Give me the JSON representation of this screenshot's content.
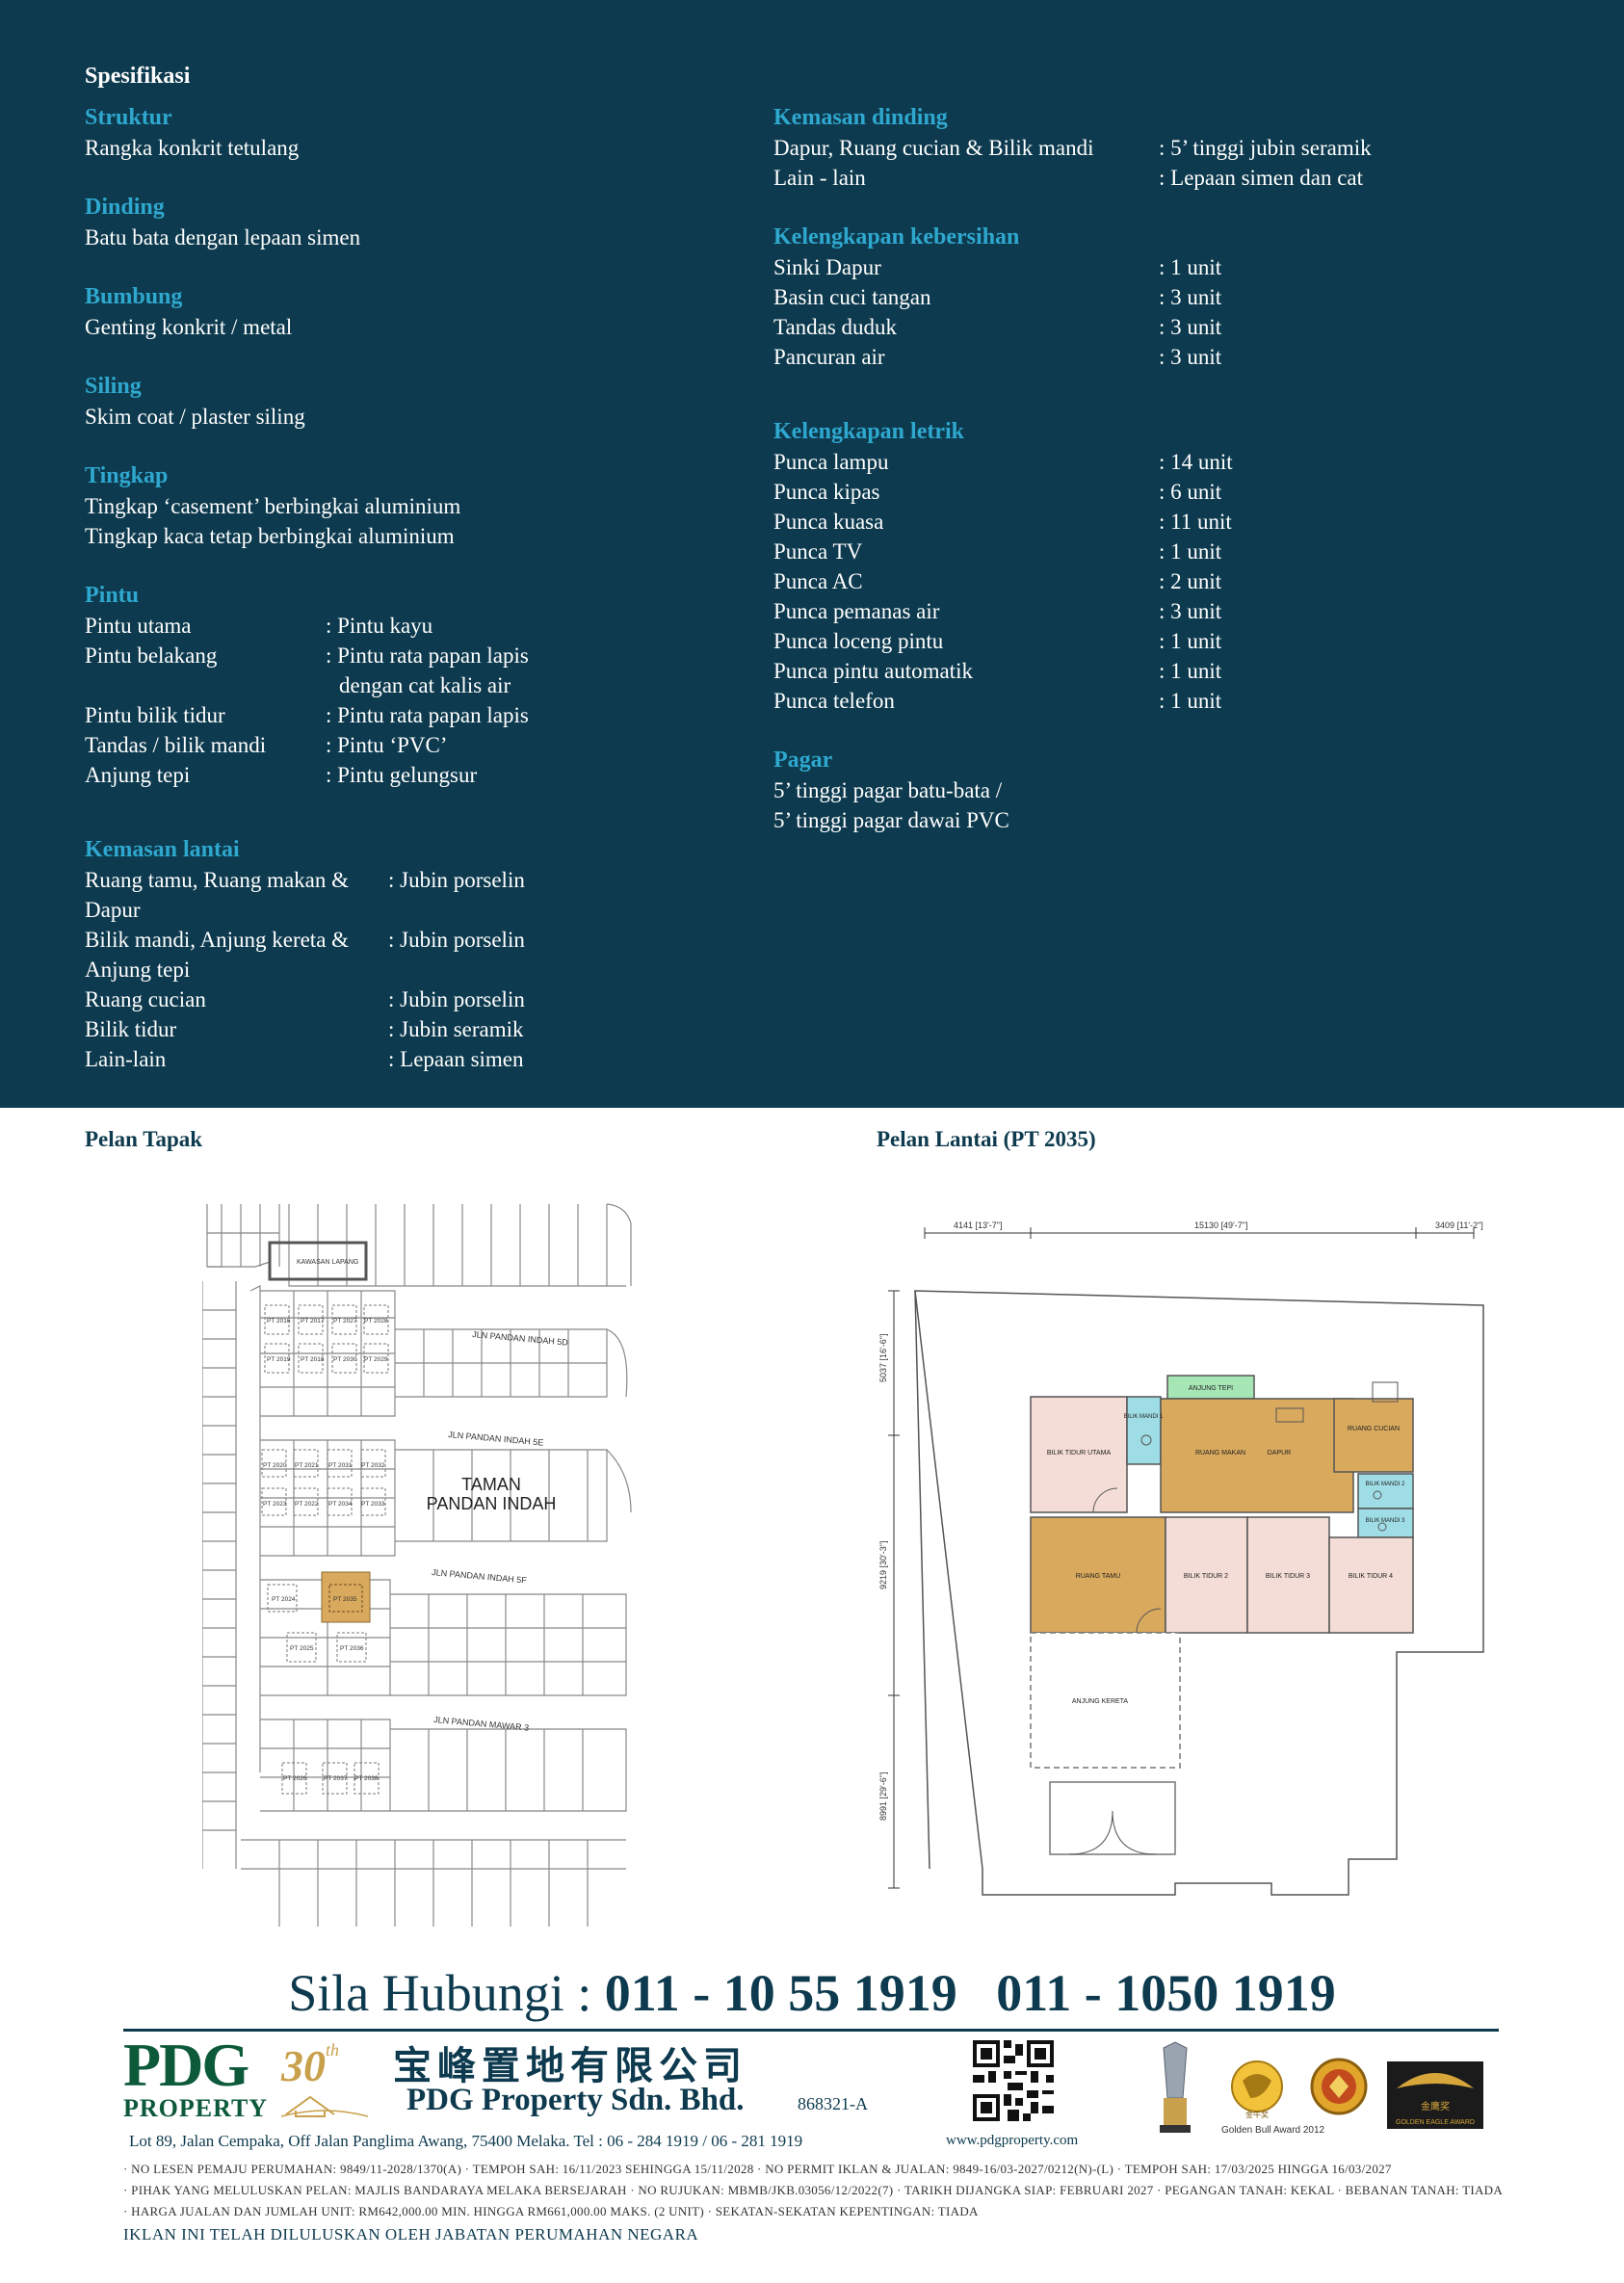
{
  "spec": {
    "title": "Spesifikasi",
    "left": {
      "struktur": {
        "head": "Struktur",
        "lines": [
          "Rangka konkrit tetulang"
        ]
      },
      "dinding": {
        "head": "Dinding",
        "lines": [
          "Batu bata dengan lepaan simen"
        ]
      },
      "bumbung": {
        "head": "Bumbung",
        "lines": [
          "Genting konkrit / metal"
        ]
      },
      "siling": {
        "head": "Siling",
        "lines": [
          "Skim coat / plaster siling"
        ]
      },
      "tingkap": {
        "head": "Tingkap",
        "lines": [
          "Tingkap ‘casement’ berbingkai aluminium",
          "Tingkap kaca tetap berbingkai aluminium"
        ]
      },
      "pintu": {
        "head": "Pintu",
        "rows": [
          {
            "k": "Pintu utama",
            "v": ": Pintu kayu"
          },
          {
            "k": "Pintu belakang",
            "v": ": Pintu rata papan lapis",
            "v2": "dengan cat kalis air"
          },
          {
            "k": "Pintu bilik tidur",
            "v": ": Pintu rata papan lapis"
          },
          {
            "k": "Tandas / bilik mandi",
            "v": ": Pintu ‘PVC’"
          },
          {
            "k": "Anjung tepi",
            "v": ": Pintu gelungsur"
          }
        ]
      },
      "lantai": {
        "head": "Kemasan lantai",
        "rows": [
          {
            "k": "Ruang tamu, Ruang makan & Dapur",
            "v": ": Jubin porselin"
          },
          {
            "k": "Bilik mandi, Anjung kereta & Anjung tepi",
            "v": ": Jubin porselin"
          },
          {
            "k": "Ruang cucian",
            "v": ": Jubin porselin"
          },
          {
            "k": "Bilik tidur",
            "v": ": Jubin seramik"
          },
          {
            "k": "Lain-lain",
            "v": ": Lepaan simen"
          }
        ]
      }
    },
    "right": {
      "dinding": {
        "head": "Kemasan dinding",
        "rows": [
          {
            "k": "Dapur, Ruang cucian & Bilik mandi",
            "v": ": 5’ tinggi jubin seramik"
          },
          {
            "k": "Lain - lain",
            "v": ": Lepaan simen dan cat"
          }
        ]
      },
      "kebersihan": {
        "head": "Kelengkapan kebersihan",
        "rows": [
          {
            "k": "Sinki Dapur",
            "v": ": 1 unit"
          },
          {
            "k": "Basin cuci tangan",
            "v": ": 3 unit"
          },
          {
            "k": "Tandas duduk",
            "v": ": 3 unit"
          },
          {
            "k": "Pancuran air",
            "v": ": 3 unit"
          }
        ]
      },
      "letrik": {
        "head": "Kelengkapan letrik",
        "rows": [
          {
            "k": "Punca lampu",
            "v": ": 14 unit"
          },
          {
            "k": "Punca kipas",
            "v": ": 6 unit"
          },
          {
            "k": "Punca kuasa",
            "v": ": 11 unit"
          },
          {
            "k": "Punca TV",
            "v": ": 1 unit"
          },
          {
            "k": "Punca AC",
            "v": ": 2 unit"
          },
          {
            "k": "Punca pemanas air",
            "v": ": 3 unit"
          },
          {
            "k": "Punca loceng pintu",
            "v": ": 1 unit"
          },
          {
            "k": "Punca pintu automatik",
            "v": ": 1 unit"
          },
          {
            "k": "Punca telefon",
            "v": ": 1 unit"
          }
        ]
      },
      "pagar": {
        "head": "Pagar",
        "lines": [
          "5’ tinggi pagar batu-bata /",
          "5’ tinggi pagar dawai PVC"
        ]
      }
    }
  },
  "site_plan": {
    "title": "Pelan Tapak",
    "labels": {
      "kawasan": "KAWASAN LAPANG",
      "road_5d": "JLN PANDAN INDAH 5D",
      "road_5e": "JLN PANDAN INDAH 5E",
      "road_5f": "JLN PANDAN INDAH 5F",
      "road_m3": "JLN PANDAN MAWAR 3",
      "taman_1": "TAMAN",
      "taman_2": "PANDAN INDAH"
    },
    "lots": [
      "PT 2016",
      "PT 2017",
      "PT 2027",
      "PT 2028",
      "PT 2019",
      "PT 2018",
      "PT 2030",
      "PT 2029",
      "PT 2020",
      "PT 2021",
      "PT 2031",
      "PT 2032",
      "PT 2023",
      "PT 2022",
      "PT 2034",
      "PT 2033",
      "PT 2024",
      "PT 2035",
      "PT 2025",
      "PT 2036",
      "PT 2026",
      "PT 2037",
      "PT 2038"
    ],
    "highlight_color": "#d9a95e"
  },
  "floor_plan": {
    "title": "Pelan Lantai",
    "title_suffix": "(PT 2035)",
    "dims": {
      "top_left": "4141 [13'-7\"]",
      "top_mid": "15130 [49'-7\"]",
      "top_right": "3409 [11'-2\"]",
      "side_top": "5037 [16'-6\"]",
      "side_mid": "9219 [30'-3\"]",
      "side_bot": "8991 [29'-6\"]"
    },
    "rooms": {
      "anjung_tepi": "ANJUNG TEPI",
      "bilik_mandi_1": "BILIK MANDI 1",
      "bilik_tidur_utama": "BILIK TIDUR UTAMA",
      "ruang_makan": "RUANG MAKAN",
      "dapur": "DAPUR",
      "ruang_cucian": "RUANG CUCIAN",
      "bilik_mandi_2": "BILIK MANDI 2",
      "bilik_mandi_3": "BILIK MANDI 3",
      "ruang_tamu": "RUANG TAMU",
      "bilik_tidur_2": "BILIK TIDUR 2",
      "bilik_tidur_3": "BILIK TIDUR 3",
      "bilik_tidur_4": "BILIK TIDUR 4",
      "anjung_kereta": "ANJUNG KERETA"
    },
    "colors": {
      "pink": "#f4ddd6",
      "tan": "#d9a95e",
      "cyan": "#9fdde6",
      "green": "#a6e6b5"
    }
  },
  "contact": {
    "label": "Sila Hubungi :",
    "phone1": "011 - 10 55 1919",
    "phone2": "011 - 1050 1919"
  },
  "company": {
    "logo_main": "PDG",
    "logo_sub": "PROPERTY",
    "anniv_num": "30",
    "anniv_th": "th",
    "chinese": "宝峰置地有限公司",
    "name": "PDG Property Sdn. Bhd.",
    "reg": "868321-A",
    "address": "Lot 89, Jalan Cempaka, Off Jalan Panglima Awang, 75400 Melaka. Tel : 06 - 284 1919 / 06 - 281 1919",
    "web": "www.pdgproperty.com",
    "award_label": "Golden Bull Award 2012",
    "award_label_2": "GOLDEN EAGLE AWARD",
    "award_text_1": "金牛奖",
    "award_text_2": "金鹰奖"
  },
  "legal": {
    "line1": "· NO LESEN PEMAJU PERUMAHAN: 9849/11-2028/1370(A)  · TEMPOH SAH: 16/11/2023 SEHINGGA 15/11/2028  · NO PERMIT IKLAN & JUALAN: 9849-16/03-2027/0212(N)-(L)  · TEMPOH SAH: 17/03/2025 HINGGA 16/03/2027",
    "line2": "· PIHAK YANG MELULUSKAN PELAN: MAJLIS BANDARAYA MELAKA BERSEJARAH  · NO RUJUKAN: MBMB/JKB.03056/12/2022(7)  · TARIKH DIJANGKA SIAP: FEBRUARI 2027  · PEGANGAN TANAH: KEKAL  · BEBANAN TANAH: TIADA",
    "line3": "· HARGA JUALAN DAN JUMLAH UNIT: RM642,000.00 MIN. HINGGA RM661,000.00 MAKS. (2 UNIT)  · SEKATAN-SEKATAN KEPENTINGAN: TIADA",
    "approval": "IKLAN INI TELAH DILULUSKAN OLEH JABATAN PERUMAHAN NEGARA"
  }
}
